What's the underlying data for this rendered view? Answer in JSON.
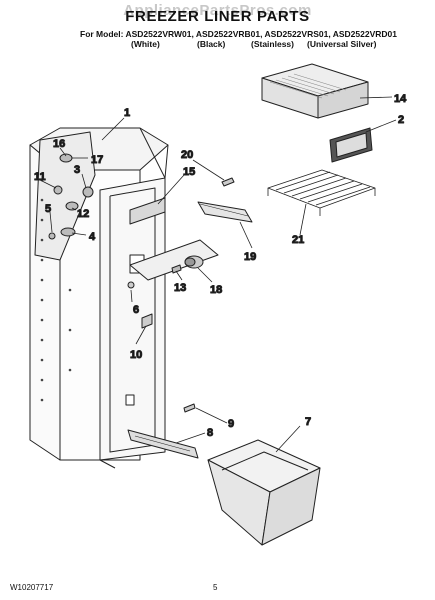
{
  "watermark": "AppliancePartsPros.com",
  "title": "FREEZER LINER PARTS",
  "models_line": "For Model: ASD2522VRW01, ASD2522VRB01, ASD2522VRS01, ASD2522VRD01",
  "colors": [
    "(White)",
    "(Black)",
    "(Stainless)",
    "(Universal Silver)"
  ],
  "callouts": [
    "1",
    "14",
    "2",
    "16",
    "17",
    "3",
    "11",
    "12",
    "5",
    "4",
    "20",
    "15",
    "19",
    "21",
    "13",
    "18",
    "6",
    "10",
    "7",
    "9",
    "8"
  ],
  "footer": {
    "doc_number": "W10207717",
    "page": "5"
  }
}
